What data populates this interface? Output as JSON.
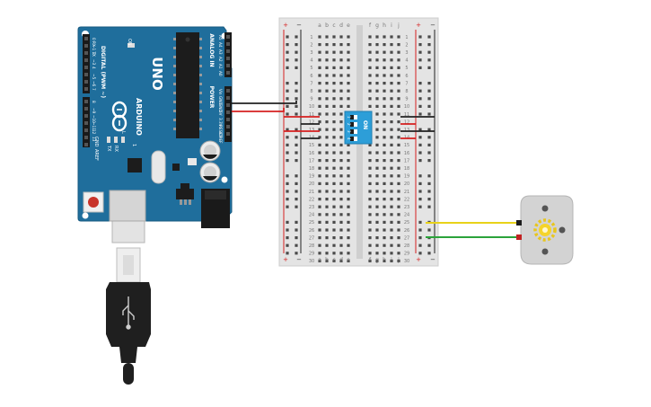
{
  "arduino": {
    "model": "UNO",
    "brand": "ARDUINO",
    "on_label": "ON",
    "tx_label": "TX",
    "rx_label": "RX",
    "l_label": "L",
    "one_label": "1",
    "digital_label": "DIGITAL (PWM ~)",
    "analog_label": "ANALOG IN",
    "power_label": "POWER",
    "gnd_label": "GND",
    "aref_label": "AREF",
    "digital_pins": [
      "0 RX",
      "~1 TX",
      "2",
      "~3",
      "4",
      "~5",
      "~6",
      "7",
      "8",
      "~9",
      "~10",
      "~11",
      "12",
      "13"
    ],
    "analog_pins": [
      "A5",
      "A4",
      "A3",
      "A2",
      "A1",
      "A0"
    ],
    "power_pins": [
      "Vin",
      "GND",
      "GND",
      "5V",
      "3.3V",
      "RESET",
      "IOREF"
    ]
  },
  "breadboard": {
    "left_cols": [
      "a",
      "b",
      "c",
      "d",
      "e"
    ],
    "right_cols": [
      "f",
      "g",
      "h",
      "i",
      "j"
    ],
    "row_count": 30,
    "plus": "+",
    "minus": "−"
  },
  "dip_switch": {
    "on_label": "ON",
    "numbers": [
      "1",
      "2",
      "3",
      "4"
    ]
  },
  "wire_colors": {
    "black": "#222222",
    "red": "#d62020",
    "yellow": "#e8d219",
    "green": "#2ba33a"
  }
}
